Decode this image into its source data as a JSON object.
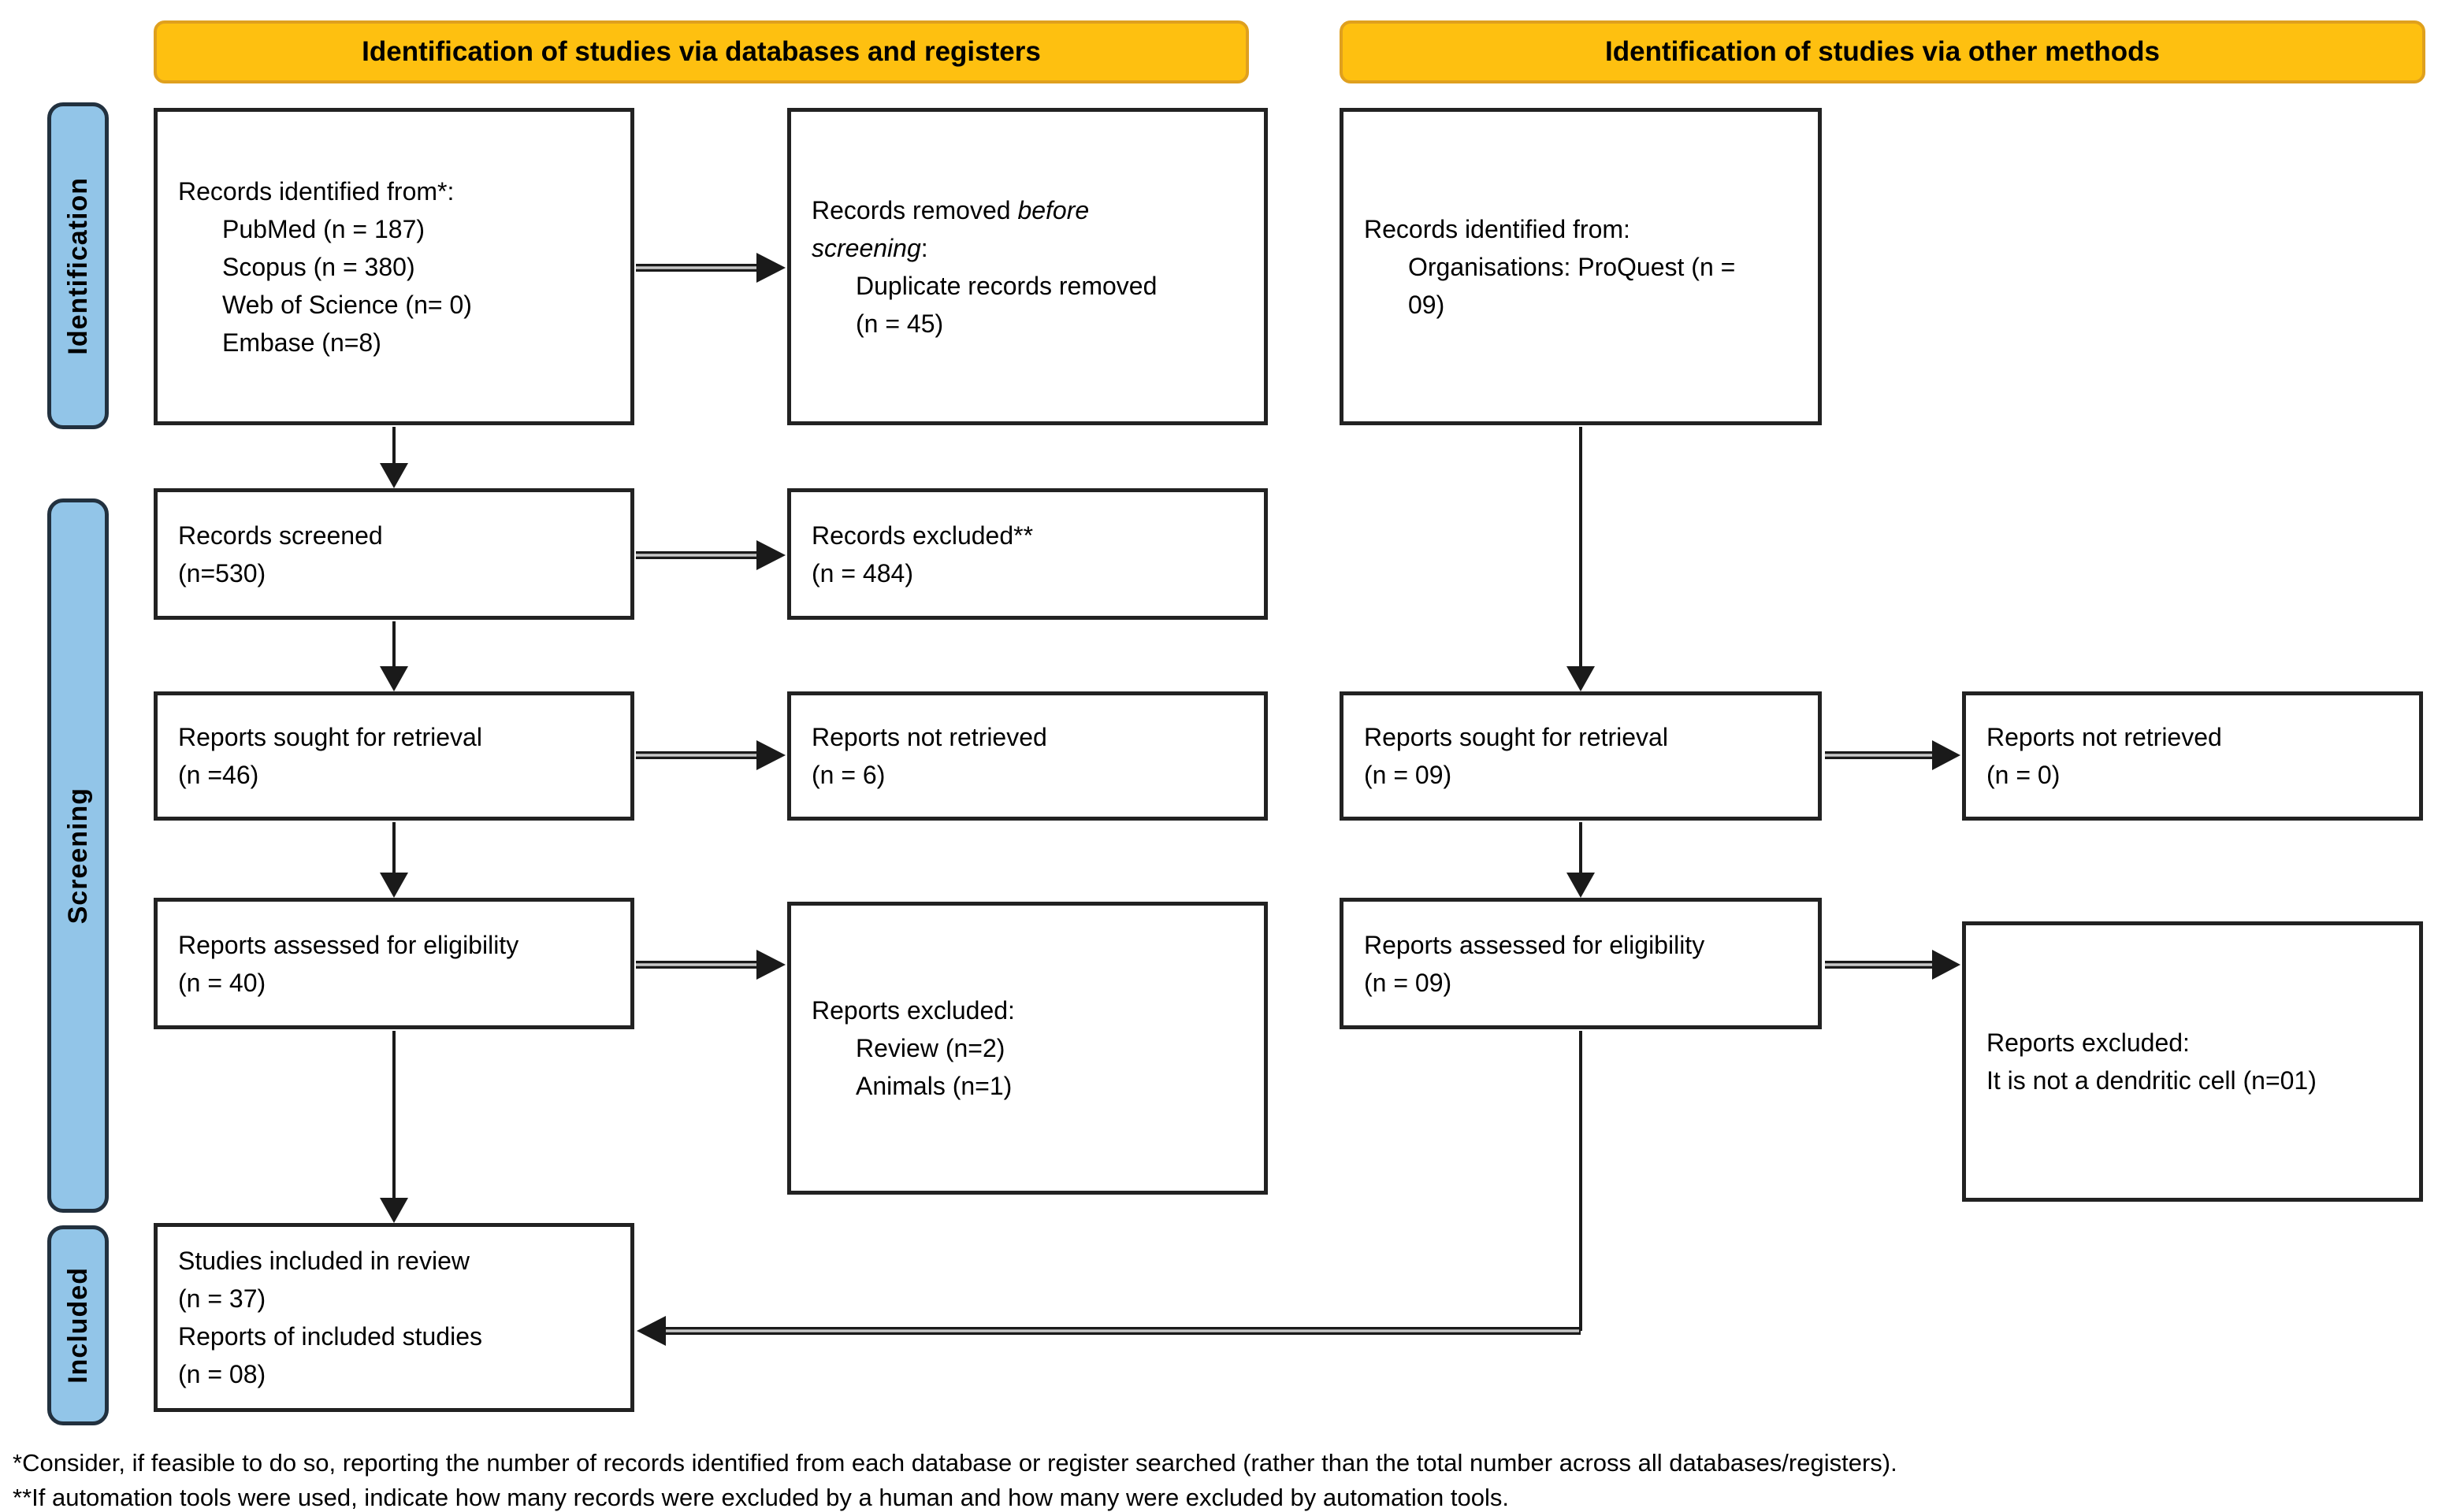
{
  "title": "PRISMA 2020 flow diagram",
  "colors": {
    "background": "#FFFFFF",
    "banner_bg": "#FEC010",
    "banner_border": "#DFA01E",
    "sidebar_bg": "#92C5E8",
    "sidebar_border": "#22313F",
    "box_border": "#222222",
    "arrow": "#1A1A1A",
    "arrow_pipe_highlight": "#C8C8C8",
    "text": "#000000"
  },
  "banners": {
    "databases": "Identification of studies via databases and registers",
    "other_methods": "Identification of studies via other methods"
  },
  "sidebars": {
    "identification": "Identification",
    "screening": "Screening",
    "included": "Included"
  },
  "boxes": {
    "db_identified": {
      "lines": [
        {
          "ind": 0,
          "segs": [
            {
              "t": "Records identified from*:"
            }
          ]
        },
        {
          "ind": 1,
          "segs": [
            {
              "t": "PubMed (n = 187)"
            }
          ]
        },
        {
          "ind": 1,
          "segs": [
            {
              "t": "Scopus (n = 380)"
            }
          ]
        },
        {
          "ind": 1,
          "segs": [
            {
              "t": "Web of Science (n= 0)"
            }
          ]
        },
        {
          "ind": 1,
          "segs": [
            {
              "t": "Embase (n=8)"
            }
          ]
        }
      ]
    },
    "removed_before_screening": {
      "lines": [
        {
          "ind": 0,
          "segs": [
            {
              "t": "Records removed "
            },
            {
              "t": "before",
              "i": true
            }
          ]
        },
        {
          "ind": 0,
          "segs": [
            {
              "t": "screening",
              "i": true
            },
            {
              "t": ":"
            }
          ]
        },
        {
          "ind": 1,
          "segs": [
            {
              "t": "Duplicate records removed"
            }
          ]
        },
        {
          "ind": 1,
          "segs": [
            {
              "t": "(n = 45)"
            }
          ]
        }
      ]
    },
    "other_identified": {
      "lines": [
        {
          "ind": 0,
          "segs": [
            {
              "t": "Records identified from:"
            }
          ]
        },
        {
          "ind": 1,
          "segs": [
            {
              "t": "Organisations: ProQuest (n ="
            }
          ]
        },
        {
          "ind": 1,
          "segs": [
            {
              "t": "09)"
            }
          ]
        }
      ]
    },
    "records_screened": {
      "lines": [
        {
          "ind": 0,
          "segs": [
            {
              "t": "Records screened"
            }
          ]
        },
        {
          "ind": 0,
          "segs": [
            {
              "t": "(n=530)"
            }
          ]
        }
      ]
    },
    "records_excluded": {
      "lines": [
        {
          "ind": 0,
          "segs": [
            {
              "t": "Records excluded**"
            }
          ]
        },
        {
          "ind": 0,
          "segs": [
            {
              "t": "(n = 484)"
            }
          ]
        }
      ]
    },
    "reports_sought_db": {
      "lines": [
        {
          "ind": 0,
          "segs": [
            {
              "t": "Reports sought for retrieval"
            }
          ]
        },
        {
          "ind": 0,
          "segs": [
            {
              "t": "(n =46)"
            }
          ]
        }
      ]
    },
    "reports_not_retrieved_db": {
      "lines": [
        {
          "ind": 0,
          "segs": [
            {
              "t": "Reports not retrieved"
            }
          ]
        },
        {
          "ind": 0,
          "segs": [
            {
              "t": "(n = 6)"
            }
          ]
        }
      ]
    },
    "reports_sought_other": {
      "lines": [
        {
          "ind": 0,
          "segs": [
            {
              "t": "Reports sought for retrieval"
            }
          ]
        },
        {
          "ind": 0,
          "segs": [
            {
              "t": "(n = 09)"
            }
          ]
        }
      ]
    },
    "reports_not_retrieved_other": {
      "lines": [
        {
          "ind": 0,
          "segs": [
            {
              "t": "Reports not retrieved"
            }
          ]
        },
        {
          "ind": 0,
          "segs": [
            {
              "t": "(n = 0)"
            }
          ]
        }
      ]
    },
    "assessed_db": {
      "lines": [
        {
          "ind": 0,
          "segs": [
            {
              "t": "Reports assessed for eligibility"
            }
          ]
        },
        {
          "ind": 0,
          "segs": [
            {
              "t": "(n = 40)"
            }
          ]
        }
      ]
    },
    "excluded_db": {
      "lines": [
        {
          "ind": 0,
          "segs": [
            {
              "t": "Reports excluded:"
            }
          ]
        },
        {
          "ind": 1,
          "segs": [
            {
              "t": "Review (n=2)"
            }
          ]
        },
        {
          "ind": 1,
          "segs": [
            {
              "t": "Animals (n=1)"
            }
          ]
        }
      ]
    },
    "assessed_other": {
      "lines": [
        {
          "ind": 0,
          "segs": [
            {
              "t": "Reports assessed for eligibility"
            }
          ]
        },
        {
          "ind": 0,
          "segs": [
            {
              "t": "(n = 09)"
            }
          ]
        }
      ]
    },
    "excluded_other": {
      "lines": [
        {
          "ind": 0,
          "segs": [
            {
              "t": "Reports excluded:"
            }
          ]
        },
        {
          "ind": 0,
          "segs": [
            {
              "t": "It is not a dendritic cell (n=01)"
            }
          ]
        }
      ]
    },
    "included_studies": {
      "lines": [
        {
          "ind": 0,
          "segs": [
            {
              "t": "Studies included in review"
            }
          ]
        },
        {
          "ind": 0,
          "segs": [
            {
              "t": "(n = 37)"
            }
          ]
        },
        {
          "ind": 0,
          "segs": [
            {
              "t": "Reports of included studies"
            }
          ]
        },
        {
          "ind": 0,
          "segs": [
            {
              "t": "(n = 08)"
            }
          ]
        }
      ]
    }
  },
  "footnotes": {
    "first": "*Consider, if feasible to do so, reporting the number of records identified from each database or register searched (rather than the total number across all databases/registers).",
    "second": "**If automation tools were used, indicate how many records were excluded by a human and how many were excluded by automation tools."
  }
}
